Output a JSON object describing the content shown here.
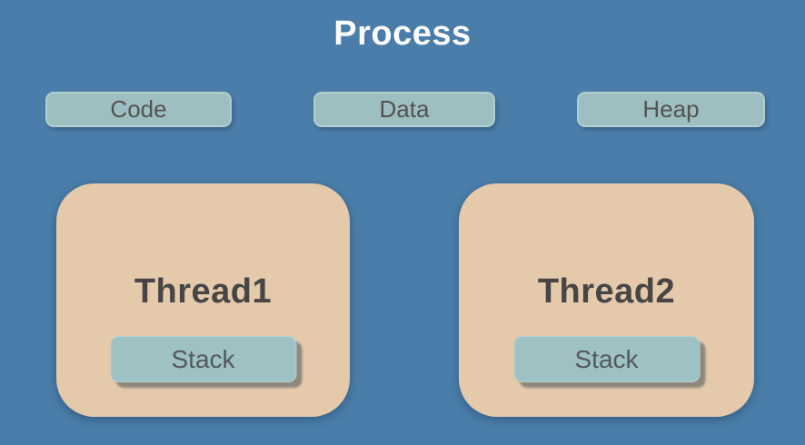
{
  "colors": {
    "background": "#4A7DA9",
    "segment_fill": "#9DBFC1",
    "thread_fill": "#E4C9AB",
    "stack_fill": "#9EC1C3",
    "title_text": "#FCFCFC",
    "label_text": "#4D4D4D"
  },
  "diagram": {
    "title": "Process",
    "segments": [
      {
        "label": "Code"
      },
      {
        "label": "Data"
      },
      {
        "label": "Heap"
      }
    ],
    "threads": [
      {
        "label": "Thread1",
        "stack_label": "Stack"
      },
      {
        "label": "Thread2",
        "stack_label": "Stack"
      }
    ]
  }
}
